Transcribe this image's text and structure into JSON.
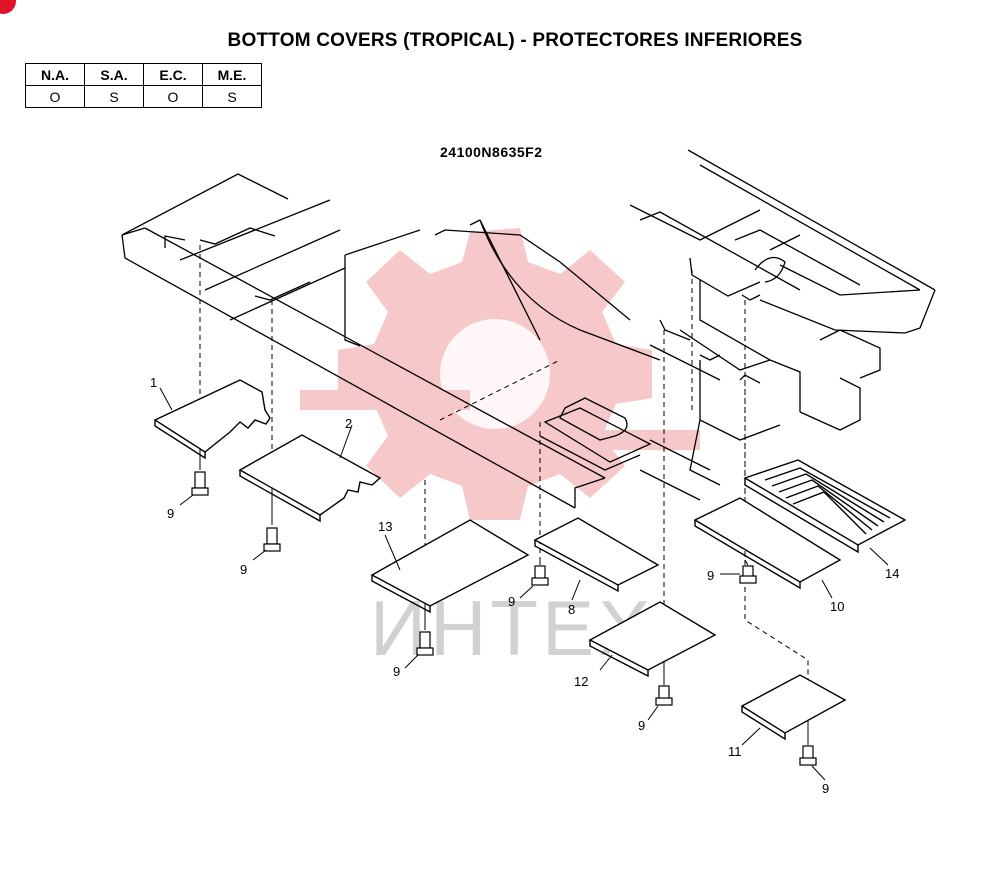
{
  "title": "BOTTOM COVERS (TROPICAL) -  PROTECTORES INFERIORES",
  "market_table": {
    "headers": [
      "N.A.",
      "S.A.",
      "E.C.",
      "M.E."
    ],
    "values": [
      "O",
      "S",
      "O",
      "S"
    ]
  },
  "drawing_code": "24100N8635F2",
  "watermark_text": "ИНТЕХ",
  "colors": {
    "badge": "#e0122a",
    "watermark_gear": "#f3b6b8",
    "ink": "#000000"
  },
  "callouts": {
    "c1": "1",
    "c2": "2",
    "c8": "8",
    "c9a": "9",
    "c9b": "9",
    "c9c": "9",
    "c9d": "9",
    "c9e": "9",
    "c9f": "9",
    "c9g": "9",
    "c10": "10",
    "c11": "11",
    "c12": "12",
    "c13": "13",
    "c14": "14"
  }
}
